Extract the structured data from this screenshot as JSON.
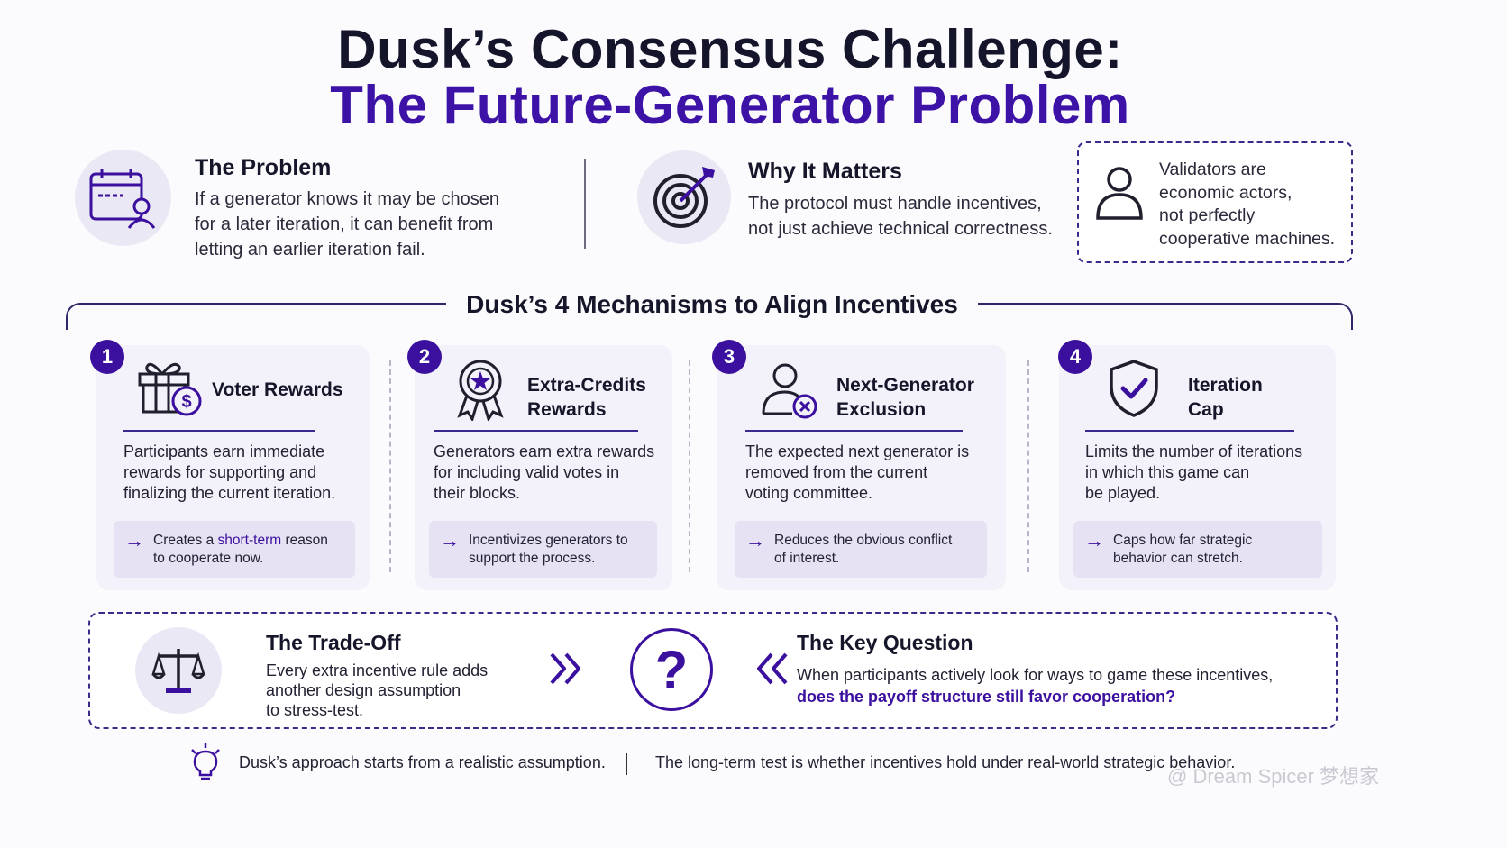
{
  "title": {
    "line1": "Dusk’s Consensus Challenge:",
    "line2": "The Future-Generator Problem"
  },
  "problem": {
    "heading": "The Problem",
    "lines": [
      "If a generator knows it may be chosen",
      "for a later iteration, it can benefit from",
      "letting an earlier iteration fail."
    ],
    "icon": "calendar-user-icon"
  },
  "why": {
    "heading": "Why It Matters",
    "lines": [
      "The protocol must handle incentives,",
      "not just achieve technical correctness."
    ],
    "icon": "target-icon"
  },
  "validators": {
    "lines": [
      "Validators are",
      "economic actors,",
      "not perfectly",
      "cooperative machines."
    ],
    "icon": "person-icon"
  },
  "mechanisms": {
    "title": "Dusk’s 4 Mechanisms to Align Incentives",
    "cards": [
      {
        "number": "1",
        "title_lines": [
          "Voter Rewards"
        ],
        "icon": "gift-dollar-icon",
        "desc_lines": [
          "Participants earn immediate",
          "rewards for supporting and",
          "finalizing the current iteration."
        ],
        "note_pre": "Creates a ",
        "note_hl": "short-term",
        "note_post": " reason",
        "note_line2": "to cooperate now."
      },
      {
        "number": "2",
        "title_lines": [
          "Extra-Credits",
          "Rewards"
        ],
        "icon": "award-ribbon-icon",
        "desc_lines": [
          "Generators earn extra rewards",
          "for including valid votes in",
          "their blocks."
        ],
        "note_pre": "Incentivizes generators to",
        "note_hl": "",
        "note_post": "",
        "note_line2": "support the process."
      },
      {
        "number": "3",
        "title_lines": [
          "Next-Generator",
          "Exclusion"
        ],
        "icon": "user-excluded-icon",
        "desc_lines": [
          "The expected next generator is",
          "removed from the current",
          "voting committee."
        ],
        "note_pre": "Reduces the obvious conflict",
        "note_hl": "",
        "note_post": "",
        "note_line2": "of interest."
      },
      {
        "number": "4",
        "title_lines": [
          "Iteration",
          "Cap"
        ],
        "icon": "shield-check-icon",
        "desc_lines": [
          "Limits the number of iterations",
          "in which this game can",
          "be played."
        ],
        "note_pre": "Caps how far strategic",
        "note_hl": "",
        "note_post": "",
        "note_line2": "behavior can stretch."
      }
    ]
  },
  "tradeoff": {
    "heading": "The Trade-Off",
    "lines": [
      "Every extra incentive rule adds",
      "another design assumption",
      "to stress-test."
    ],
    "icon": "scales-icon"
  },
  "key_question": {
    "symbol": "?",
    "heading": "The Key Question",
    "line1": "When participants actively look for ways to game these incentives,",
    "line2": "does the payoff structure still favor cooperation?"
  },
  "footer": {
    "left": "Dusk’s approach starts from a realistic assumption.",
    "right": "The long-term test is whether incentives hold under real-world strategic behavior.",
    "icon": "lightbulb-icon"
  },
  "watermark": "@ Dream Spicer 梦想家",
  "colors": {
    "accent": "#3b109e",
    "title_dark": "#14142b",
    "card_bg": "#f3f1f9",
    "note_bg": "#e6e1f3"
  }
}
